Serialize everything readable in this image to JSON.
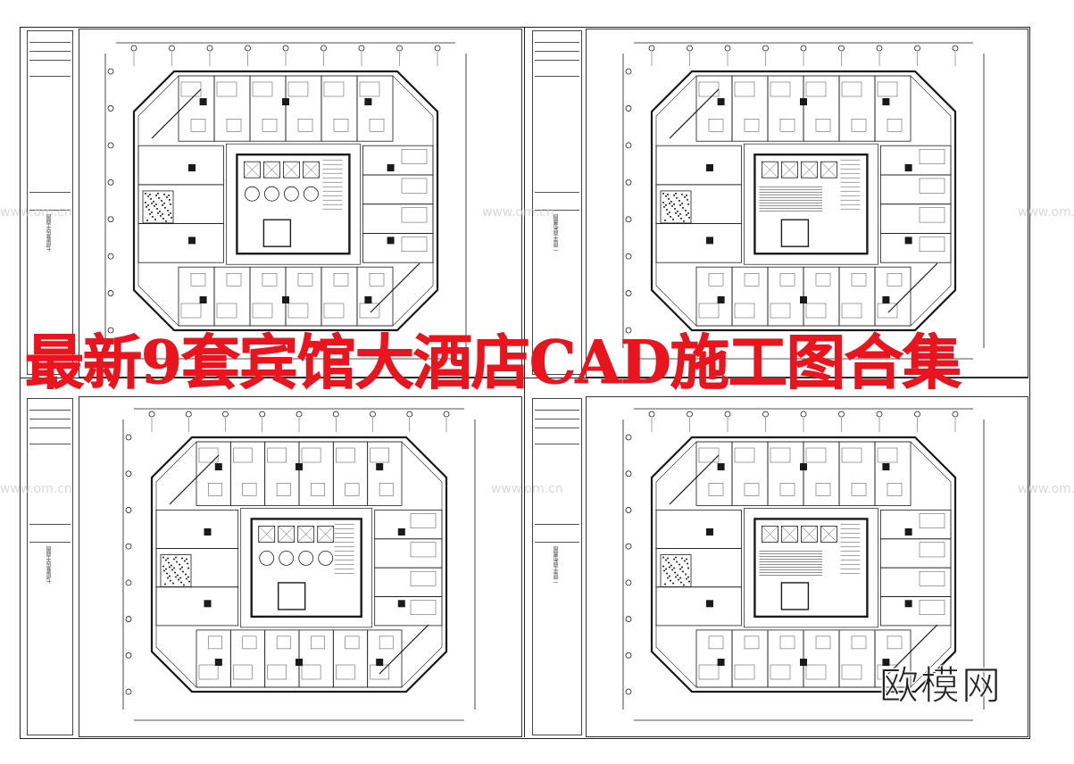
{
  "headline": "最新9套宾馆大酒店CAD施工图合集",
  "logo_text": "欧模网",
  "watermark_text": "www.om.cn",
  "colors": {
    "headline": "#e8141e",
    "line": "#222222",
    "paper": "#ffffff"
  },
  "sheets": [
    {
      "id": "top-left",
      "side_label": "七层客房平面图"
    },
    {
      "id": "top-right",
      "side_label": "二层平面布置图"
    },
    {
      "id": "bottom-left",
      "side_label": "七层客房平面图"
    },
    {
      "id": "bottom-right",
      "side_label": "二层平面布置图"
    }
  ]
}
